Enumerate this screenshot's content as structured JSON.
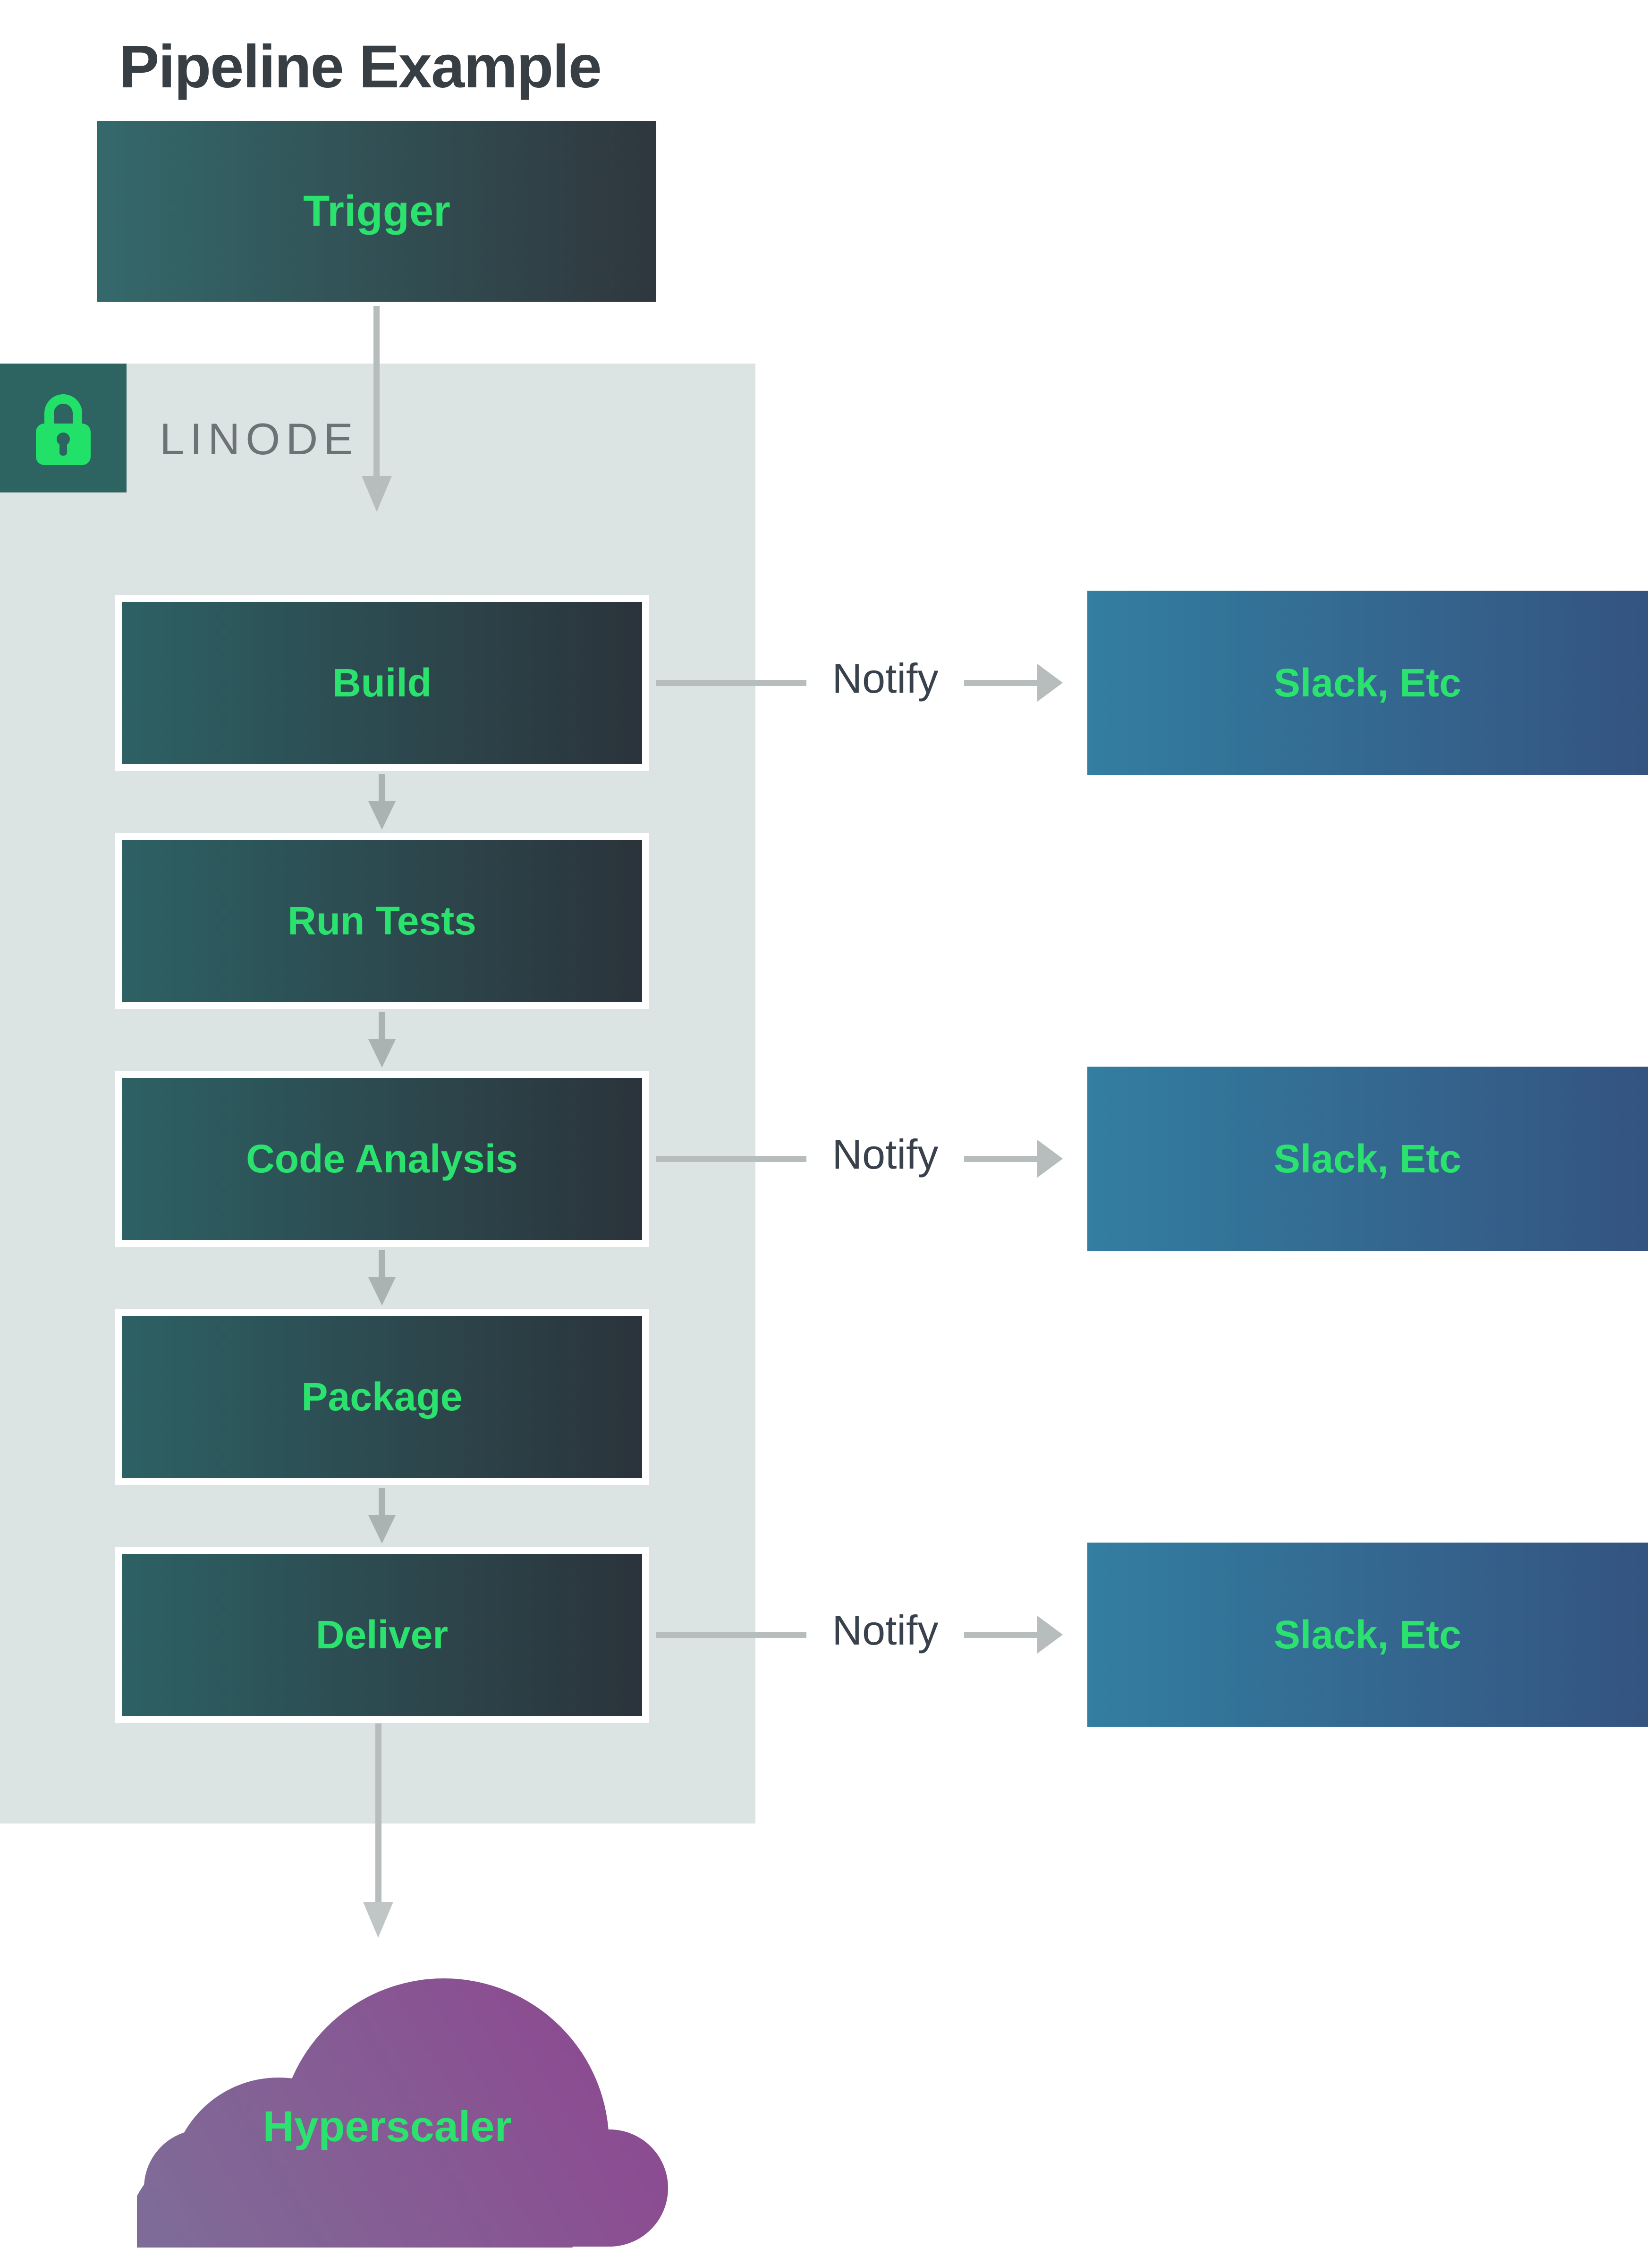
{
  "title": "Pipeline Example",
  "trigger": {
    "label": "Trigger"
  },
  "container": {
    "label": "LINODE",
    "icon": "lock-icon",
    "background": "#dce3e3",
    "badge_background": "#2d6361"
  },
  "stages": [
    {
      "label": "Build",
      "notify": true
    },
    {
      "label": "Run Tests",
      "notify": false
    },
    {
      "label": "Code Analysis",
      "notify": true
    },
    {
      "label": "Package",
      "notify": false
    },
    {
      "label": "Deliver",
      "notify": true
    }
  ],
  "notify_label": "Notify",
  "notify_target_label": "Slack, Etc",
  "cloud": {
    "label": "Hyperscaler"
  },
  "colors": {
    "accent_green": "#2ae26d",
    "stage_gradient_left": "#2d6164",
    "stage_gradient_right": "#2b333b",
    "trigger_gradient_left": "#34696b",
    "trigger_gradient_right": "#2f373e",
    "slack_gradient_left": "#337ea1",
    "slack_gradient_right": "#345380",
    "cloud_gradient_bottom_left": "#7f6b97",
    "cloud_gradient_top_right": "#8d4890",
    "arrow_gray": "#b6bdbc",
    "title_text": "#373f45",
    "linode_text": "#6b7376"
  }
}
